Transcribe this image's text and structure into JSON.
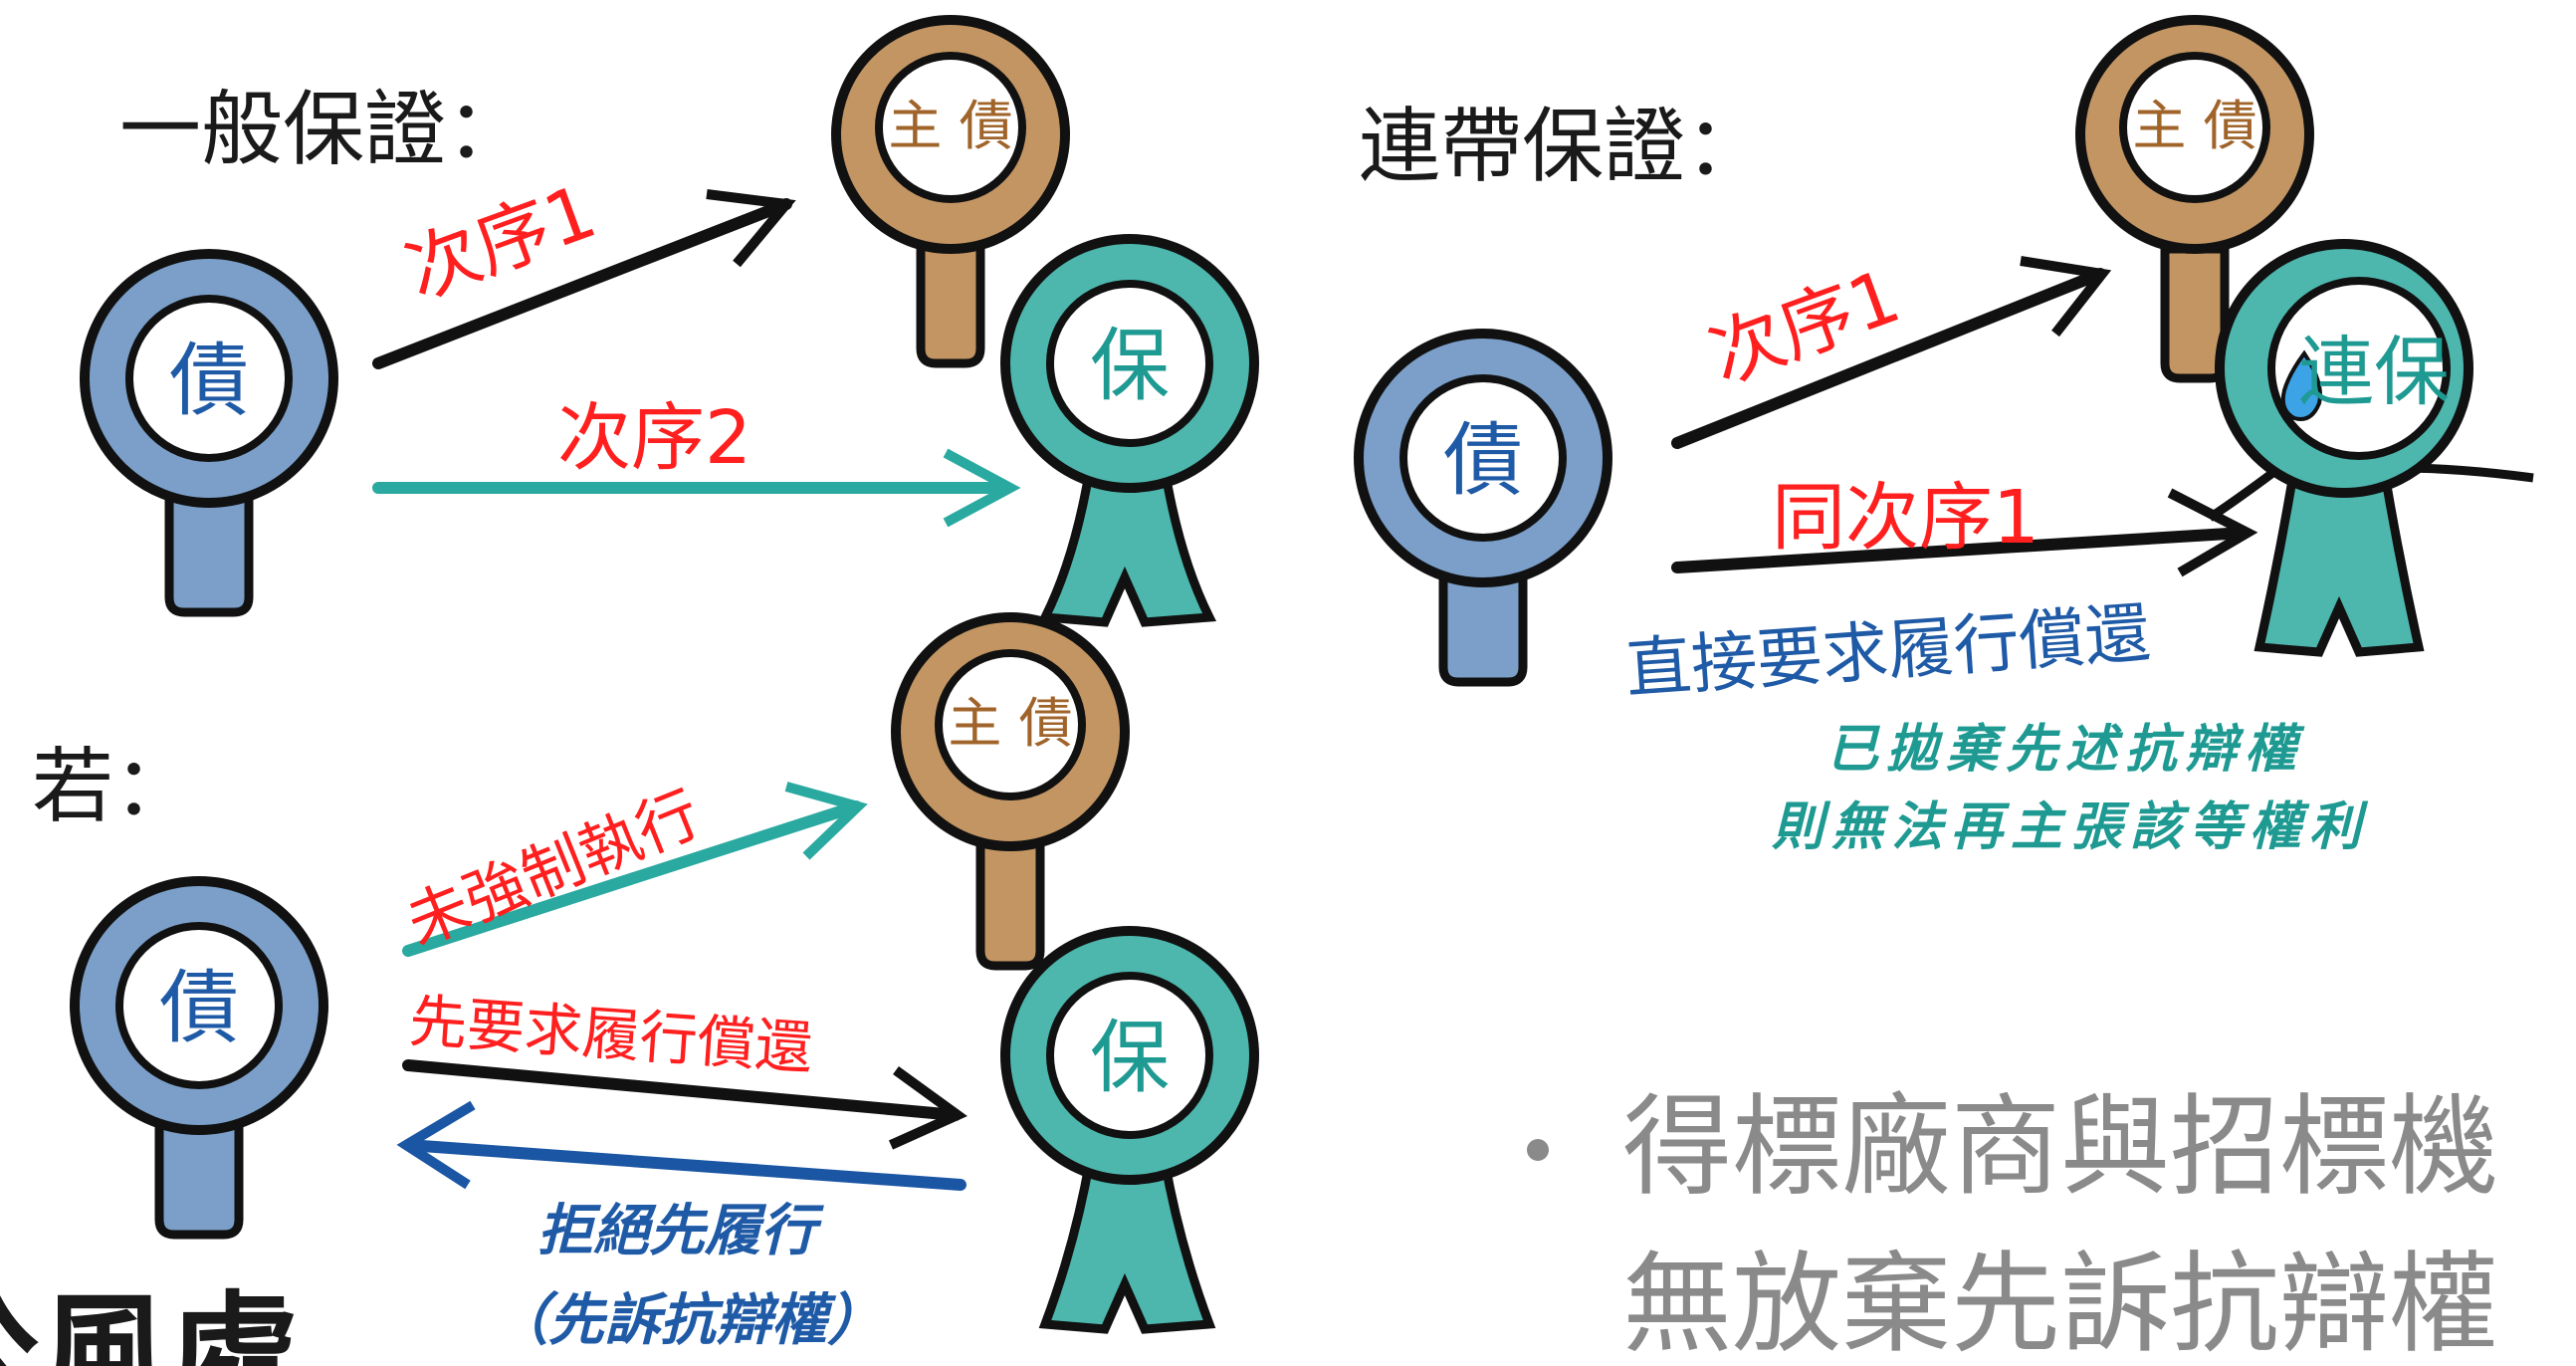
{
  "general_guarantee": {
    "title": "一般保證：",
    "principal_debtor_label": "主 債",
    "creditor_label": "債",
    "guarantor_label": "保",
    "order1": "次序1",
    "order2": "次序2"
  },
  "if_case": {
    "title": "若：",
    "principal_debtor_label": "主 債",
    "creditor_label": "債",
    "guarantor_label": "保",
    "no_enforcement": "未強制執行",
    "demand_first": "先要求履行償還",
    "refuse_line1": "拒絕先履行",
    "refuse_line2": "（先訴抗辯權）"
  },
  "joint_guarantee": {
    "title": "連帶保證：",
    "principal_debtor_label": "主 債",
    "creditor_label": "債",
    "guarantor_label": "連保",
    "order1": "次序1",
    "same_order1": "同次序1",
    "direct_demand": "直接要求履行償還",
    "note_line1": "已拋棄先述抗辯權",
    "note_line2": "則無法再主張該等權利"
  },
  "bullet": {
    "line1": "得標廠商與招標機",
    "line2": "無放棄先訴抗辯權"
  },
  "corner_text": "公風處",
  "colors": {
    "creditor": "#7b9fc8",
    "principal": "#c29563",
    "guarantor": "#4db6ad",
    "red_label": "#ff1f1f",
    "blue_label": "#1f5aa6",
    "teal_label": "#1e9a92",
    "black_arrow": "#111111",
    "teal_arrow": "#2aa9a0",
    "blue_arrow": "#1a56a4"
  }
}
